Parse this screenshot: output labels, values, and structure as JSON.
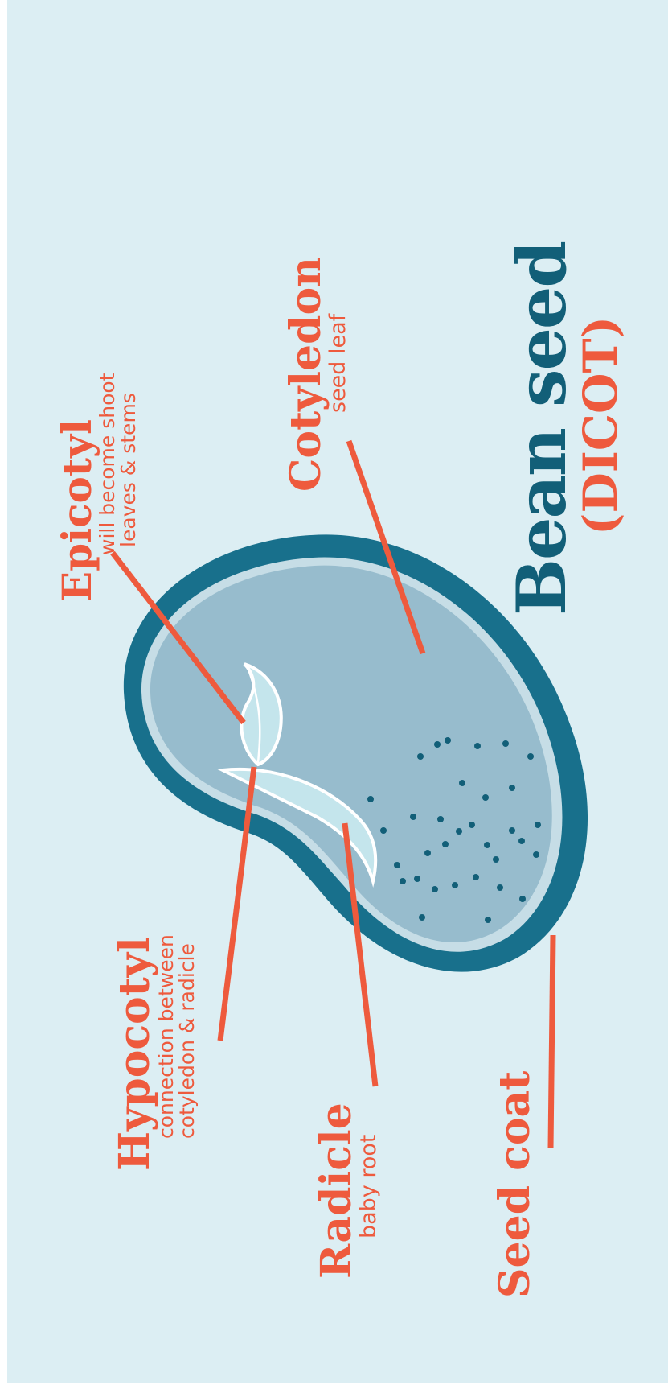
{
  "colors": {
    "background": "#dceef3",
    "accent": "#ee5a3d",
    "title": "#125f78",
    "seed_coat": "#18708c",
    "cotyledon": "#97bccd",
    "embryo": "#c4e5ec"
  },
  "diagram": {
    "title": "Bean seed",
    "subtitle": "(DICOT)",
    "labels": {
      "epicotyl": {
        "name": "Epicotyl",
        "desc": [
          "will become shoot",
          "leaves & stems"
        ]
      },
      "cotyledon": {
        "name": "Cotyledon",
        "desc": [
          "seed leaf"
        ]
      },
      "hypocotyl": {
        "name": "Hypocotyl",
        "desc": [
          "connection between",
          "cotyledon & radicle"
        ]
      },
      "radicle": {
        "name": "Radicle",
        "desc": [
          "baby root"
        ]
      },
      "seed_coat": {
        "name": "Seed coat",
        "desc": []
      }
    }
  }
}
